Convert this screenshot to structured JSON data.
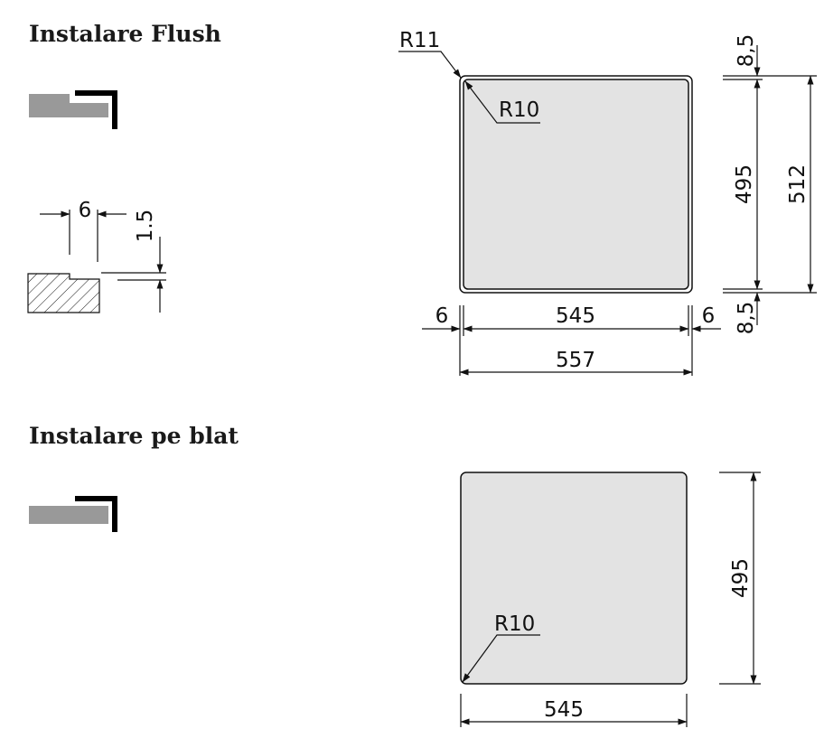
{
  "headings": {
    "flush": "Instalare Flush",
    "on_counter": "Instalare pe blat"
  },
  "flush_drawing": {
    "radius_outer": "R11",
    "radius_inner": "R10",
    "width_inner": "545",
    "width_outer": "557",
    "margin_left": "6",
    "margin_right": "6",
    "height_inner": "495",
    "height_outer": "512",
    "margin_top": "8,5",
    "margin_bottom": "8,5"
  },
  "profile_detail": {
    "recess_width": "6",
    "recess_depth": "1.5"
  },
  "counter_drawing": {
    "radius": "R10",
    "width": "545",
    "height": "495"
  },
  "colors": {
    "sink_fill": "#e3e3e3",
    "counter_grey": "#999999",
    "line": "#111111"
  }
}
